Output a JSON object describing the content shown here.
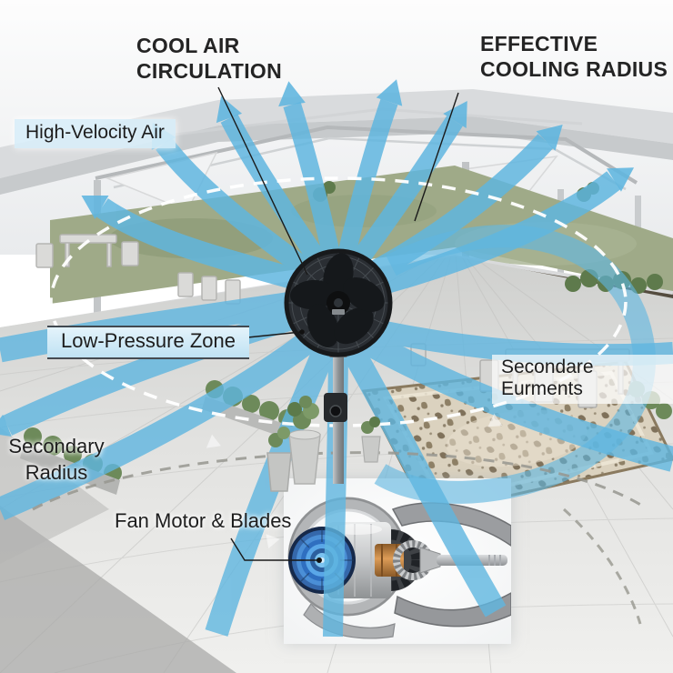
{
  "labels": {
    "cool_air": "COOL AIR\nCIRCULATION",
    "effective": "EFFECTIVE\nCOOLING RADIUS",
    "high_velocity": "High-Velocity Air",
    "low_pressure": "Low-Pressure Zone",
    "secondare": "Secondare Eurments",
    "secondary_radius": "Secondary\nRadius",
    "fan_motor": "Fan Motor & Blades"
  },
  "colors": {
    "airflow_blue": "#5fb6e0",
    "airflow_blue_light": "#8fcdea",
    "label_text": "#1d1d1d",
    "label_bg_blue": "#bfe2f3",
    "grass_green": "#9faa88",
    "deck_wood": "#5d5547",
    "rug_beige": "#dbd2bf",
    "rug_pattern": "#6e6049",
    "motor_blue": "#3577c4",
    "motor_copper": "#c07a38",
    "structure_gray": "#d4d6d8"
  }
}
